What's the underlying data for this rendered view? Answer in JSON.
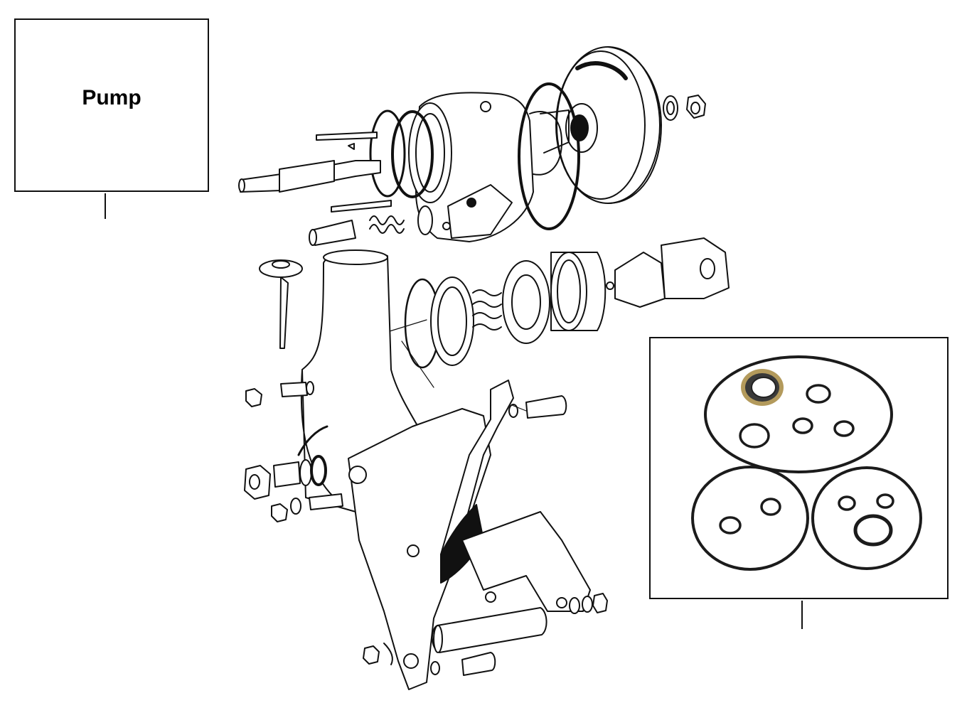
{
  "label": {
    "text": "Pump"
  },
  "colors": {
    "line": "#111111",
    "background": "#ffffff",
    "seal_metal": "#b39a5c",
    "seal_rubber": "#262626"
  },
  "callouts": [
    {
      "name": "pump-assembly-callout",
      "target": "pump-exploded-view"
    },
    {
      "name": "seal-kit-callout",
      "target": "seal-kit-photo"
    }
  ]
}
